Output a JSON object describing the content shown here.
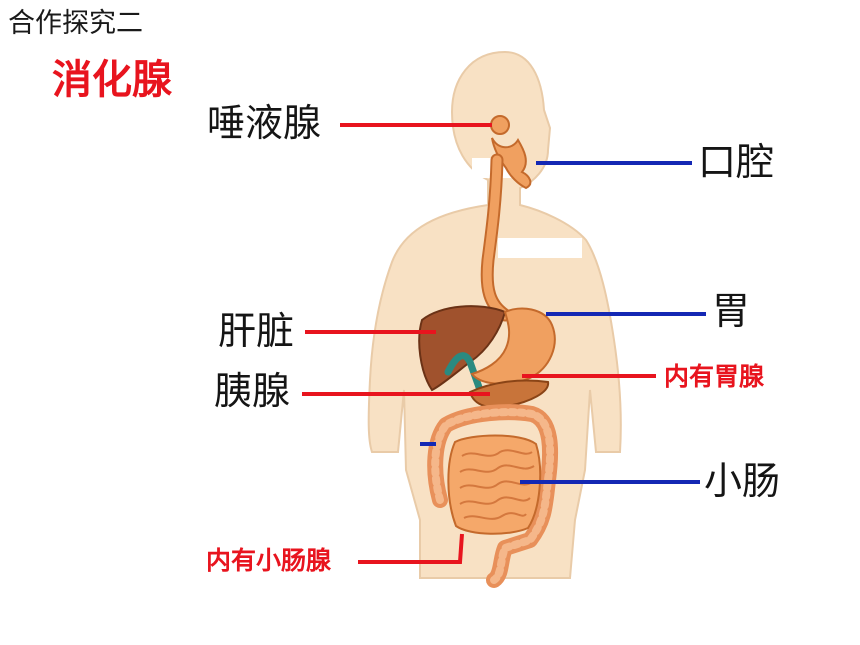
{
  "header": {
    "section_title": "合作探究二",
    "heading": "消化腺"
  },
  "labels": {
    "salivary_gland": "唾液腺",
    "oral_cavity": "口腔",
    "stomach": "胃",
    "liver": "肝脏",
    "gastric_gland": "内有胃腺",
    "pancreas": "胰腺",
    "small_intestine": "小肠",
    "intestinal_gland": "内有小肠腺"
  },
  "colors": {
    "gland_line": "#e8141e",
    "organ_line": "#1428b4",
    "body_skin": "#f8e1c4",
    "organ_orange": "#f0a060",
    "liver_brown": "#a0522d"
  }
}
